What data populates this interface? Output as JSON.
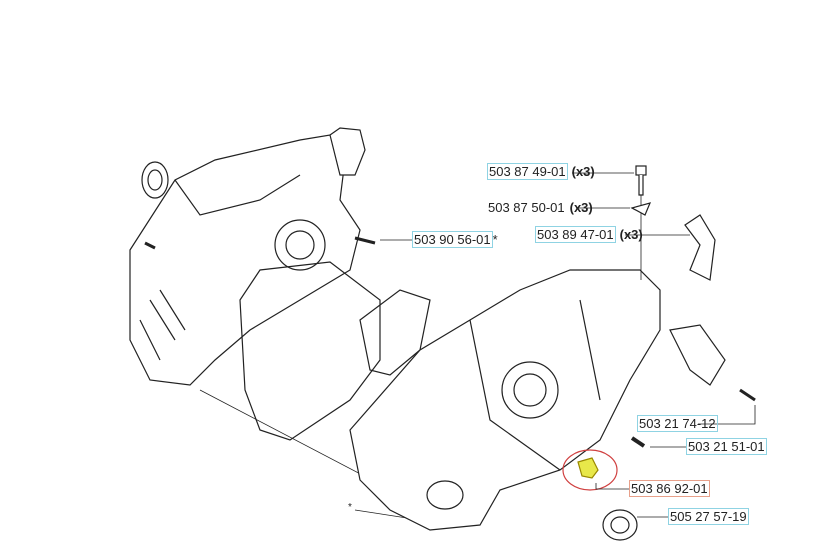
{
  "colors": {
    "label_box": "#8fd3e3",
    "highlight_box": "#e8a08a",
    "highlight_circle": "#d04040",
    "highlight_part": "#e8e84a"
  },
  "labels": [
    {
      "part": "503 87 49-01",
      "qty": "(x3)",
      "style": "boxed"
    },
    {
      "part": "503 87 50-01",
      "qty": "(x3)",
      "style": "plain"
    },
    {
      "part": "503 89 47-01",
      "qty": "(x3)",
      "style": "boxed"
    },
    {
      "part": "503 90 56-01",
      "suffix": "*",
      "style": "boxed"
    },
    {
      "part": "503 21 74-12",
      "style": "boxed"
    },
    {
      "part": "503 21 51-01",
      "style": "boxed"
    },
    {
      "part": "503 86 92-01",
      "style": "highlighted"
    },
    {
      "part": "505 27 57-19",
      "style": "boxed"
    }
  ],
  "footnote_marker": "*"
}
